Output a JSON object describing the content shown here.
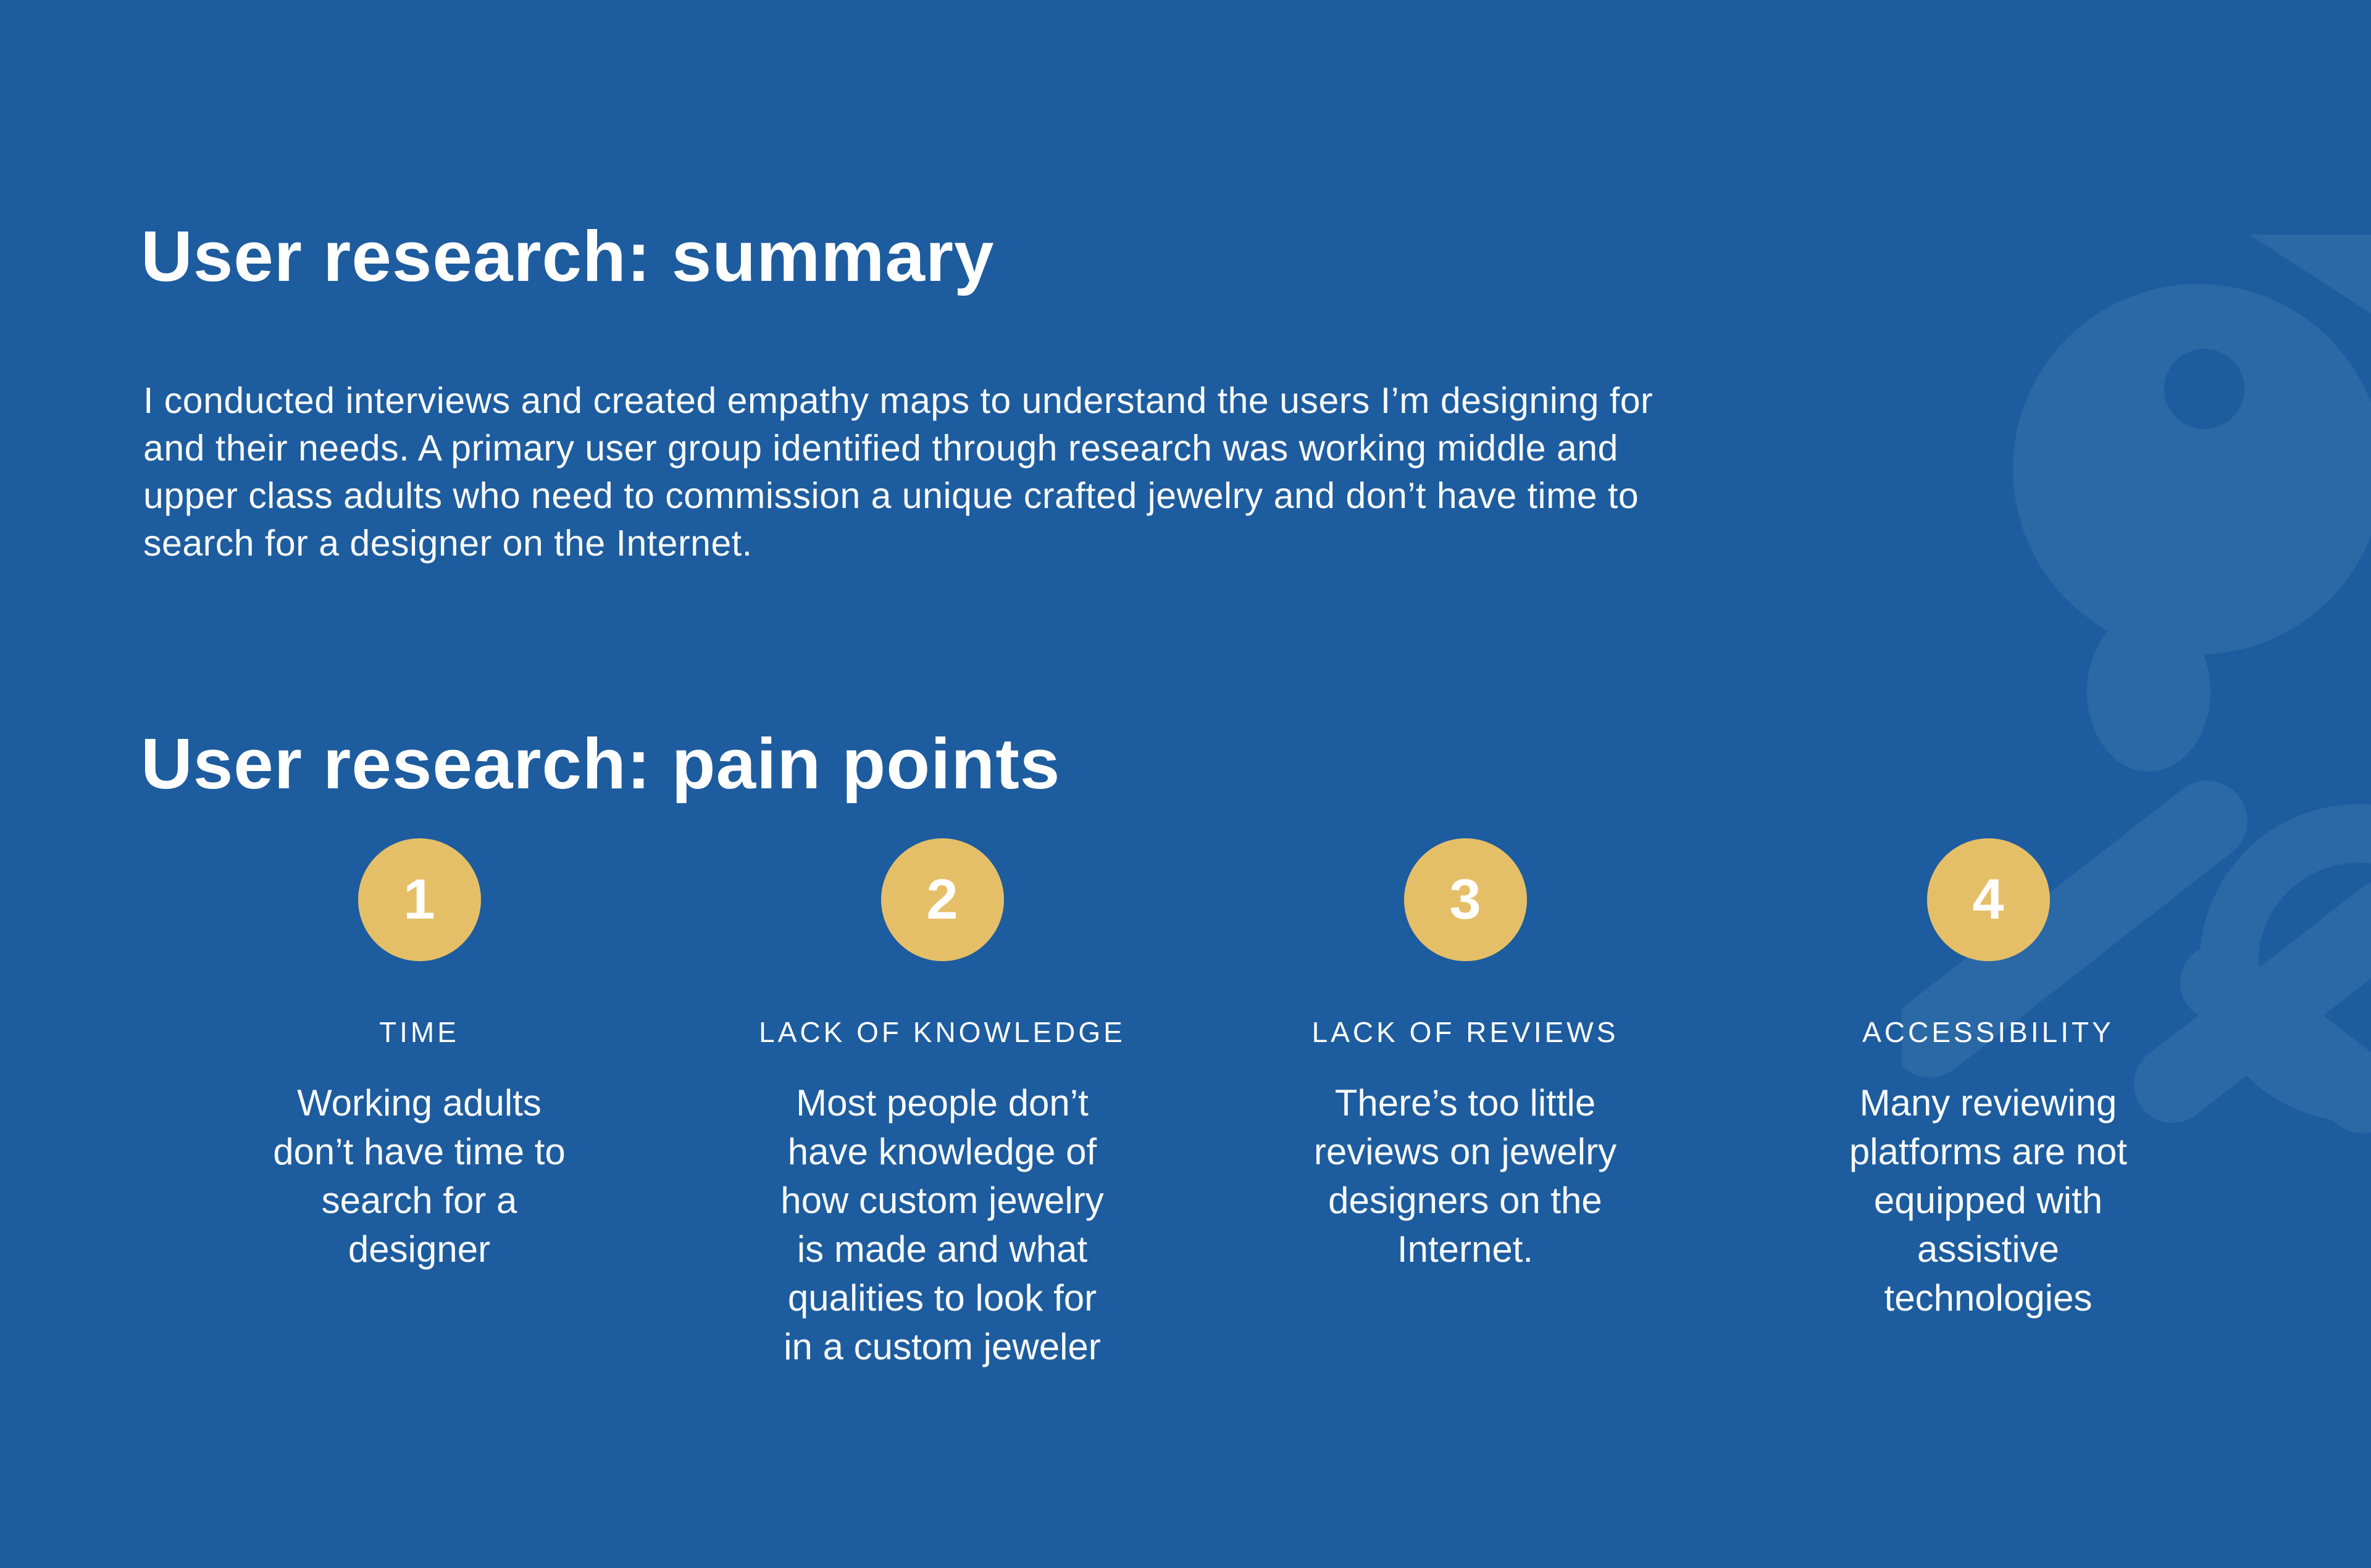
{
  "slide": {
    "background_color": "#1D5C9E",
    "accent_color": "#E5BF68",
    "watermark_color": "#3A76B2",
    "text_color": "#FFFFFF",
    "summary": {
      "title": "User research: summary",
      "body": "I conducted interviews and created empathy maps to understand the users I’m designing for\nand their needs. A primary user group identified through research was working middle and\nupper class adults who need to commission a unique crafted jewelry and don’t have time to\nsearch for a designer on the Internet."
    },
    "pain_points": {
      "title": "User research: pain points",
      "items": [
        {
          "number": "1",
          "label": "TIME",
          "description": "Working adults\ndon’t have time to\nsearch for a\ndesigner"
        },
        {
          "number": "2",
          "label": "LACK OF KNOWLEDGE",
          "description": "Most people don’t\nhave knowledge of\nhow custom jewelry\nis made and what\nqualities to look for\nin a custom jeweler"
        },
        {
          "number": "3",
          "label": "LACK OF REVIEWS",
          "description": "There’s too little\nreviews on jewelry\ndesigners on the\nInternet."
        },
        {
          "number": "4",
          "label": "ACCESSIBILITY",
          "description": "Many reviewing\nplatforms are not\nequipped with\nassistive\ntechnologies"
        }
      ]
    }
  }
}
